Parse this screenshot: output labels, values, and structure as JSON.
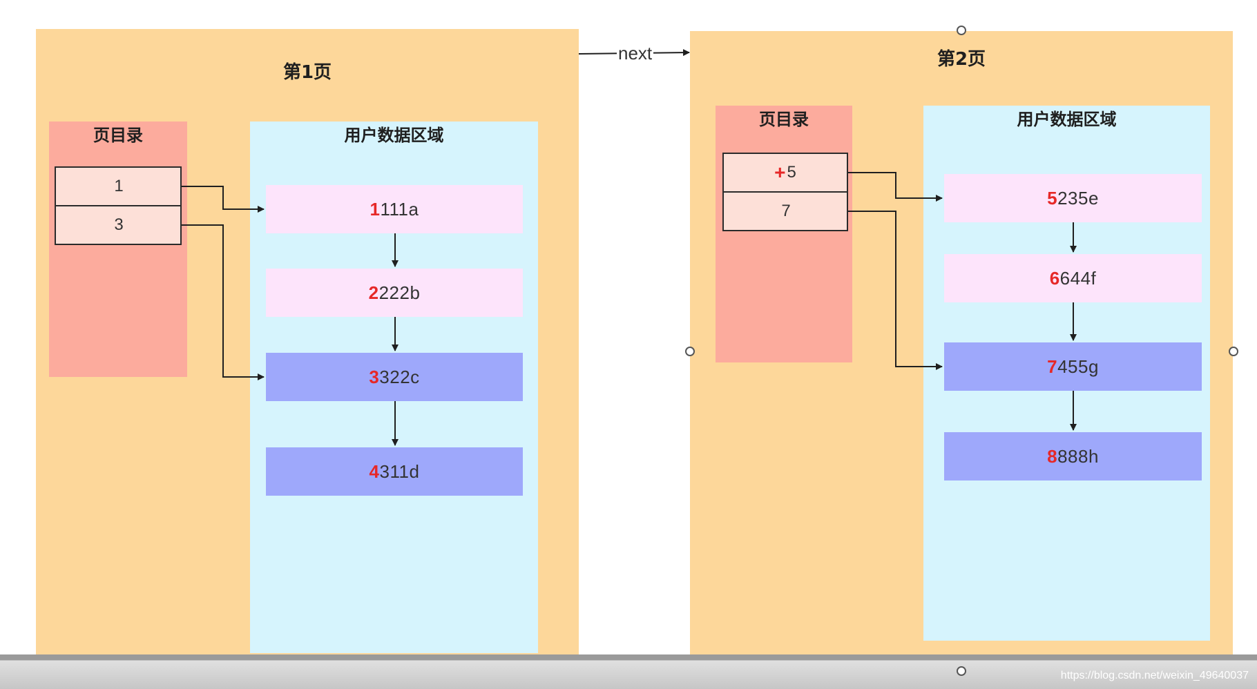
{
  "pages": [
    {
      "title": "第1页",
      "directory_title": "页目录",
      "slots": [
        {
          "prefix": "",
          "value": "1"
        },
        {
          "prefix": "",
          "value": "3"
        }
      ],
      "data_title": "用户数据区域",
      "records": [
        {
          "key": "1",
          "rest": "111a"
        },
        {
          "key": "2",
          "rest": "222b"
        },
        {
          "key": "3",
          "rest": "322c"
        },
        {
          "key": "4",
          "rest": "311d"
        }
      ]
    },
    {
      "title": "第2页",
      "directory_title": "页目录",
      "slots": [
        {
          "prefix": "+",
          "value": "5"
        },
        {
          "prefix": "",
          "value": "7"
        }
      ],
      "data_title": "用户数据区域",
      "records": [
        {
          "key": "5",
          "rest": "235e"
        },
        {
          "key": "6",
          "rest": "644f"
        },
        {
          "key": "7",
          "rest": "455g"
        },
        {
          "key": "8",
          "rest": "888h"
        }
      ]
    }
  ],
  "link_label": "next",
  "watermark": "https://blog.csdn.net/weixin_49640037",
  "colors": {
    "page_bg": "#fdd79a",
    "directory_bg": "#fcab9d",
    "data_area_bg": "#d6f4fd",
    "record_light": "#fde4fb",
    "record_dark": "#9ea8fb",
    "record_key": "#e62828"
  }
}
